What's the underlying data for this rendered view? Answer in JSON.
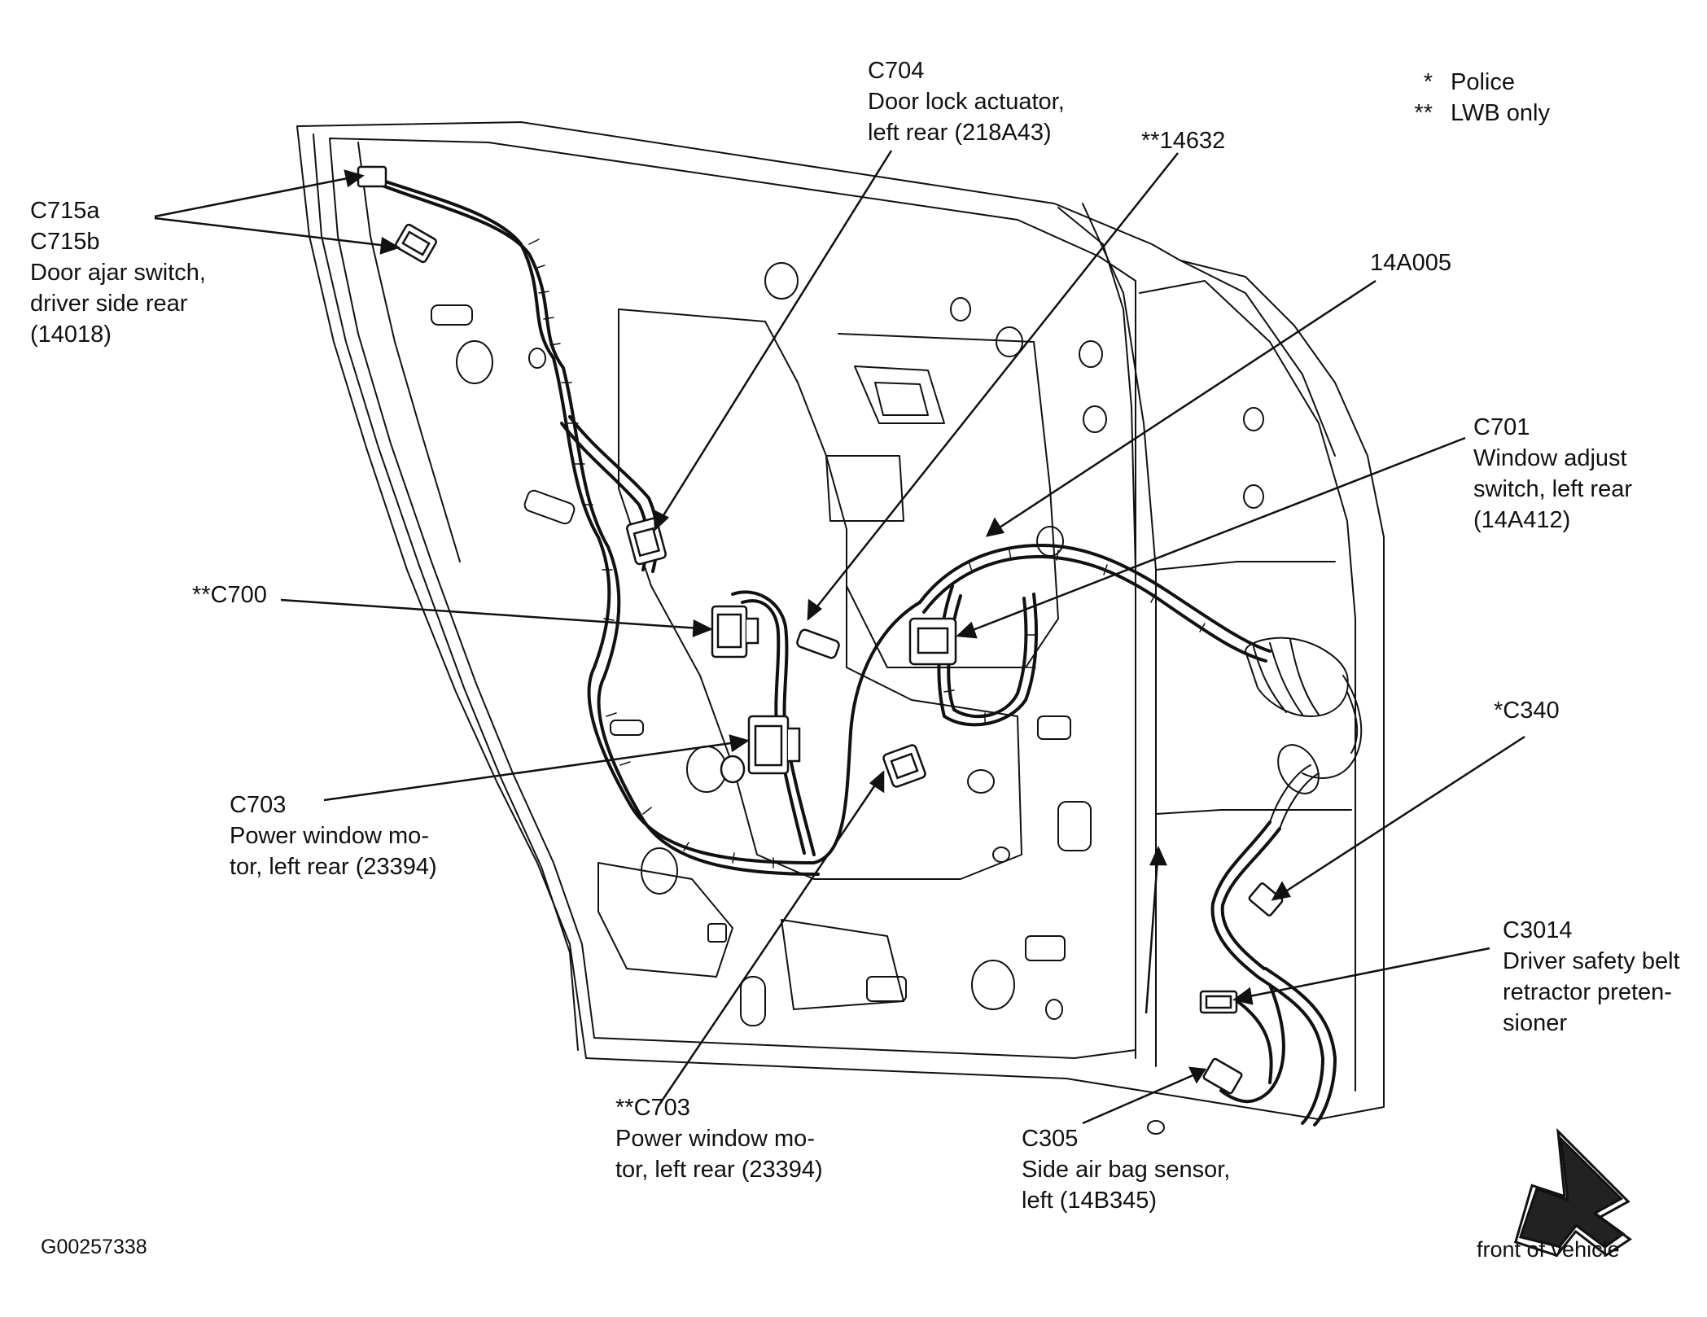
{
  "legend": [
    {
      "mark": "*",
      "text": "Police"
    },
    {
      "mark": "**",
      "text": "LWB only"
    }
  ],
  "callouts": {
    "c715": {
      "lines": [
        "C715a",
        "C715b",
        "Door ajar switch,",
        "driver side rear",
        "(14018)"
      ]
    },
    "c704": {
      "lines": [
        "C704",
        "Door lock actuator,",
        "left rear (218A43)"
      ]
    },
    "n14632": {
      "lines": [
        "**14632"
      ]
    },
    "n14a005": {
      "lines": [
        "14A005"
      ]
    },
    "c701": {
      "lines": [
        "C701",
        "Window adjust",
        "switch, left rear",
        "(14A412)"
      ]
    },
    "c700": {
      "lines": [
        "**C700"
      ]
    },
    "c340": {
      "lines": [
        "*C340"
      ]
    },
    "c703": {
      "lines": [
        "C703",
        "Power window mo-",
        "tor, left rear (23394)"
      ]
    },
    "c703lwb": {
      "lines": [
        "**C703",
        "Power window mo-",
        "tor, left rear (23394)"
      ]
    },
    "c3014": {
      "lines": [
        "C3014",
        "Driver safety belt",
        "retractor preten-",
        "sioner"
      ]
    },
    "c305": {
      "lines": [
        "C305",
        "Side air bag sensor,",
        "left (14B345)"
      ]
    }
  },
  "figure_id": "G00257338",
  "direction_label": "front of vehicle",
  "colors": {
    "ink": "#111111",
    "paper": "#ffffff",
    "arrow_fill": "#222222"
  }
}
